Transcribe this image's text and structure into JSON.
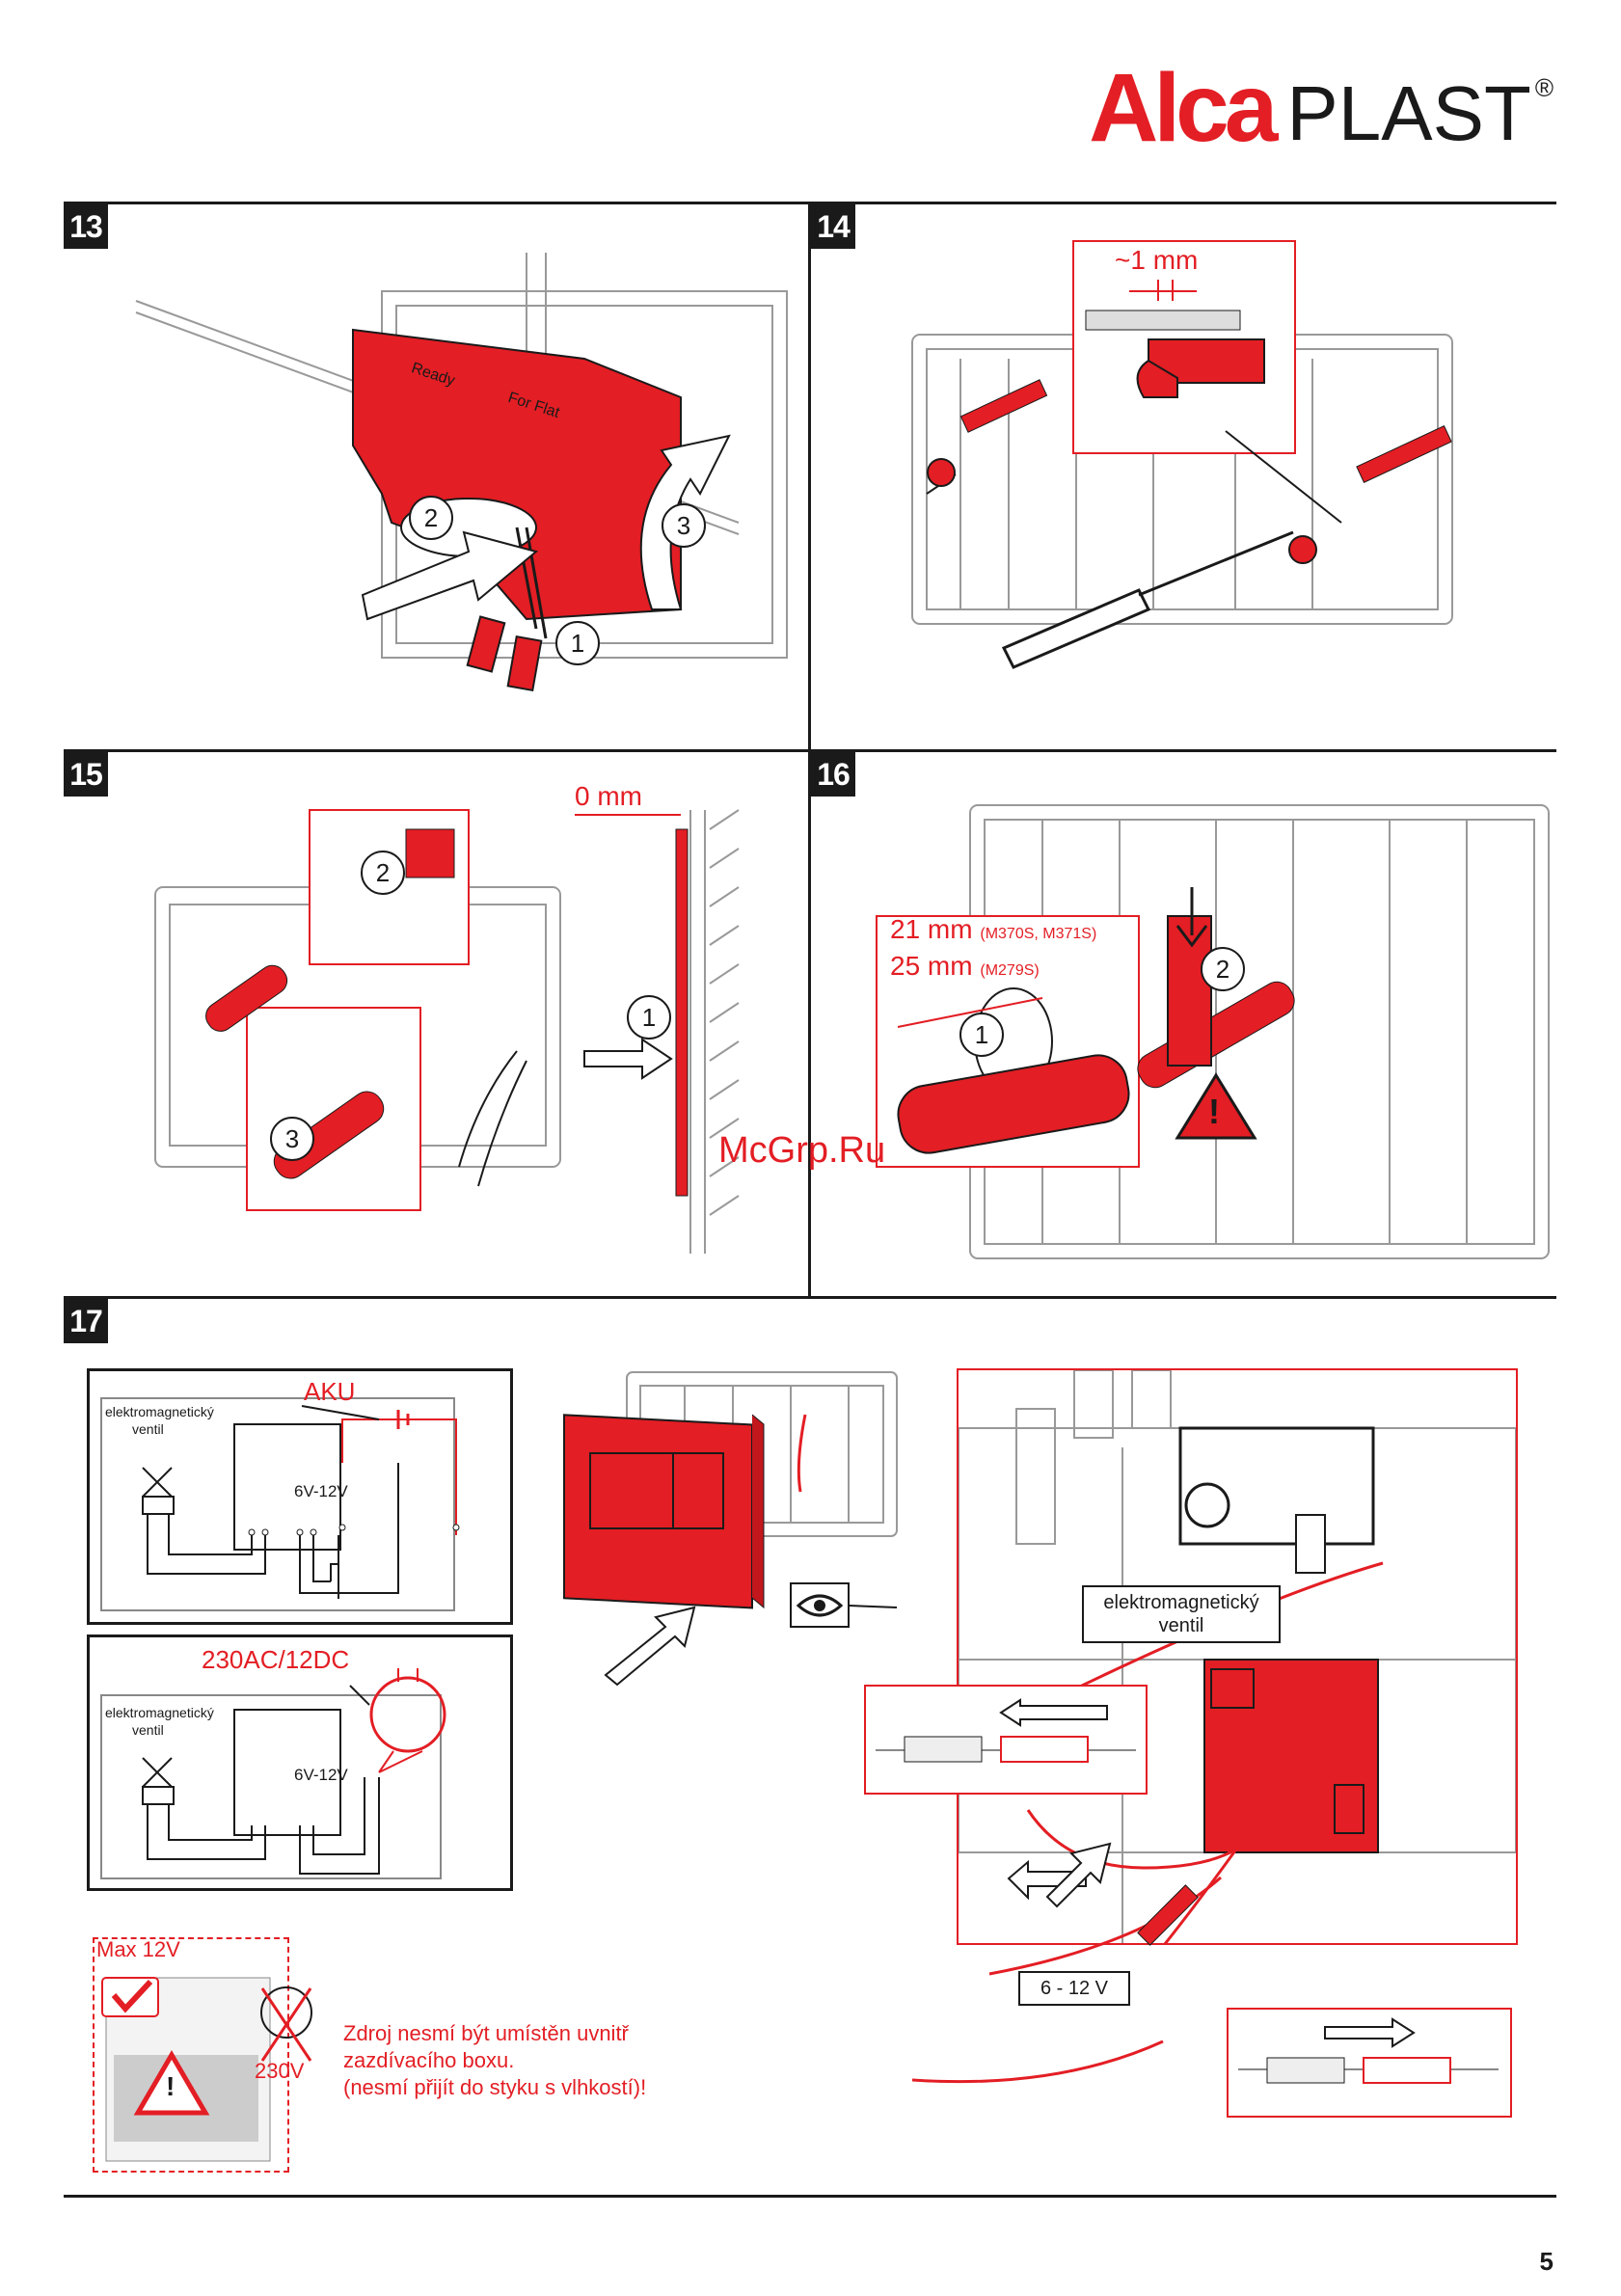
{
  "brand": {
    "alca": "Alca",
    "plast": "PLAST",
    "reg": "®"
  },
  "steps": {
    "s13": "13",
    "s14": "14",
    "s15": "15",
    "s16": "16",
    "s17": "17"
  },
  "step13": {
    "n1": "1",
    "n2": "2",
    "n3": "3",
    "plate_text_1": "Ready",
    "plate_text_2": "For Flat"
  },
  "step14": {
    "gap": "~1 mm"
  },
  "step15": {
    "gap": "0 mm",
    "n1": "1",
    "n2": "2",
    "n3": "3"
  },
  "step16": {
    "d1": "21 mm",
    "d1_models": "(M370S, M371S)",
    "d2": "25 mm",
    "d2_models": "(M279S)",
    "n1": "1",
    "n2": "2"
  },
  "step17": {
    "aku": "AKU",
    "mains": "230AC/12DC",
    "valve_label_1": "elektromagnetický",
    "valve_label_2": "ventil",
    "voltage": "6V-12V",
    "minus": "-",
    "plus": "+",
    "valve_callout_1": "elektromagnetický",
    "valve_callout_2": "ventil",
    "supply_label": "6 - 12 V",
    "max": "Max 12V",
    "crossed": "230V",
    "warning_1": "Zdroj nesmí být umístěn uvnitř",
    "warning_2": "zazdívacího boxu.",
    "warning_3": "(nesmí přijít do styku s vlhkostí)!"
  },
  "watermark": "McGrp.Ru",
  "page_number": "5",
  "colors": {
    "accent": "#e31e24",
    "ink": "#1a1a1a",
    "line": "#b0b0b0"
  },
  "icons": [
    "eye-icon",
    "warning-icon",
    "checkmark-icon",
    "rotate-arrow-icon",
    "push-arrow-icon"
  ]
}
